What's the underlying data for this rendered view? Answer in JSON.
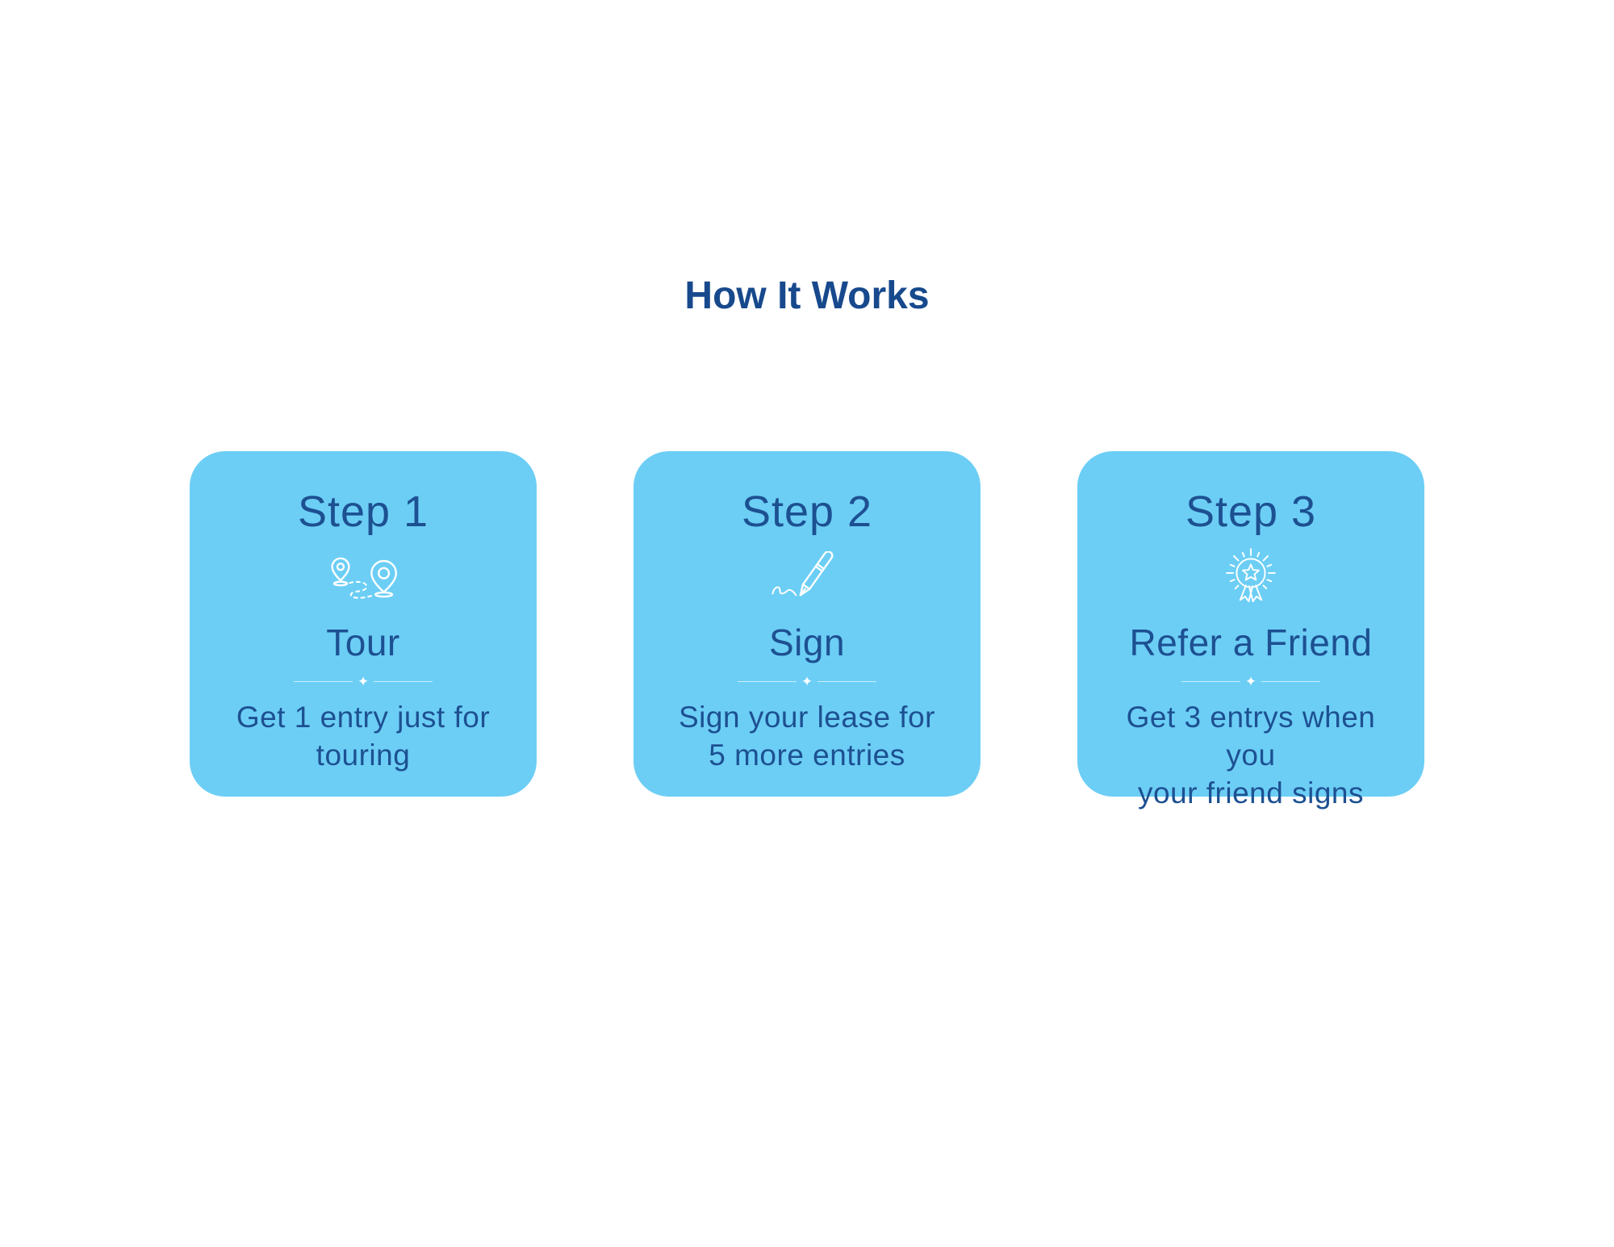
{
  "page": {
    "title": "How It Works",
    "background_color": "#FFFFFF",
    "title_color": "#17498C"
  },
  "cards": {
    "background_color": "#6CCEF5",
    "text_color": "#1D5091",
    "icon_color": "#FFFFFF",
    "divider_glyph": "✦"
  },
  "steps": [
    {
      "step_label": "Step 1",
      "icon": "route-map-pins-icon",
      "heading": "Tour",
      "description_lines": [
        "Get 1 entry just for",
        "touring"
      ]
    },
    {
      "step_label": "Step 2",
      "icon": "pen-signing-icon",
      "heading": "Sign",
      "description_lines": [
        "Sign your lease for",
        "5 more entries"
      ]
    },
    {
      "step_label": "Step 3",
      "icon": "award-ribbon-icon",
      "heading": "Refer a Friend",
      "description_lines": [
        "Get 3 entrys when you",
        "your friend signs"
      ]
    }
  ]
}
